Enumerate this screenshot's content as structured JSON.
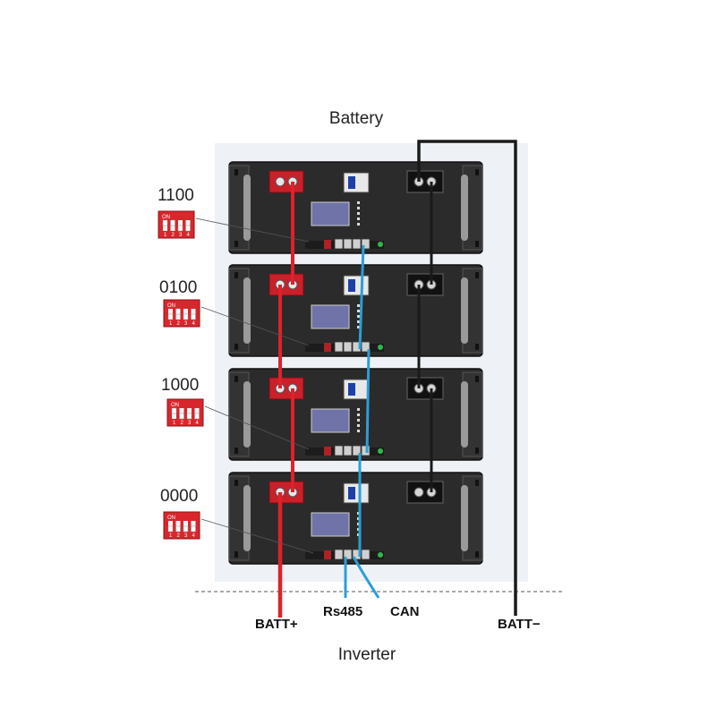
{
  "title_top": "Battery",
  "title_bottom": "Inverter",
  "modules": [
    {
      "dip_code": "1100",
      "dip_switches": [
        1,
        1,
        0,
        0
      ]
    },
    {
      "dip_code": "0100",
      "dip_switches": [
        0,
        1,
        0,
        0
      ]
    },
    {
      "dip_code": "1000",
      "dip_switches": [
        1,
        0,
        0,
        0
      ]
    },
    {
      "dip_code": "0000",
      "dip_switches": [
        0,
        0,
        0,
        0
      ]
    }
  ],
  "dip_switch": {
    "on_label": "ON",
    "numbers": [
      "1",
      "2",
      "3",
      "4"
    ]
  },
  "connections": {
    "batt_plus": "BATT+",
    "rs485": "Rs485",
    "can": "CAN",
    "batt_minus": "BATT−"
  },
  "colors": {
    "positive": "#e0202a",
    "negative": "#1a1a1a",
    "comm": "#2a9fd8",
    "module_body": "#2b2b2b",
    "dip_switch": "#d9262c"
  }
}
